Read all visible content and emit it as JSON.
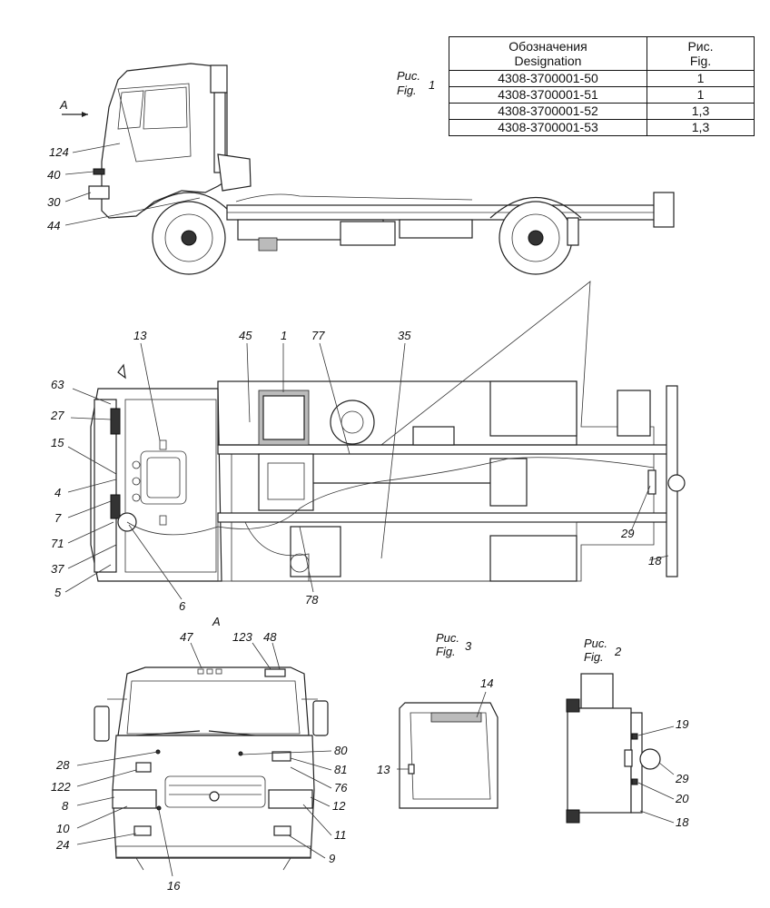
{
  "table": {
    "header_designation_ru": "Обозначения",
    "header_designation_en": "Designation",
    "header_fig_ru": "Рис.",
    "header_fig_en": "Fig.",
    "rows": [
      {
        "designation": "4308-3700001-50",
        "fig": "1"
      },
      {
        "designation": "4308-3700001-51",
        "fig": "1"
      },
      {
        "designation": "4308-3700001-52",
        "fig": "1,3"
      },
      {
        "designation": "4308-3700001-53",
        "fig": "1,3"
      }
    ]
  },
  "figures": {
    "fig1": {
      "ru": "Рис.",
      "en": "Fig.",
      "num": "1"
    },
    "fig2": {
      "ru": "Рис.",
      "en": "Fig.",
      "num": "2"
    },
    "fig3": {
      "ru": "Рис.",
      "en": "Fig.",
      "num": "3"
    }
  },
  "view_arrow_label": "A",
  "front_view_label": "A",
  "callouts": {
    "side": [
      "124",
      "40",
      "30",
      "44"
    ],
    "top": [
      "13",
      "45",
      "1",
      "77",
      "35",
      "63",
      "27",
      "15",
      "4",
      "7",
      "71",
      "37",
      "5",
      "6",
      "78",
      "29",
      "18"
    ],
    "front": [
      "47",
      "123",
      "48",
      "28",
      "122",
      "8",
      "10",
      "24",
      "16",
      "80",
      "81",
      "76",
      "12",
      "11",
      "9"
    ],
    "fig3": [
      "14",
      "13"
    ],
    "fig2": [
      "19",
      "29",
      "20",
      "18"
    ]
  }
}
